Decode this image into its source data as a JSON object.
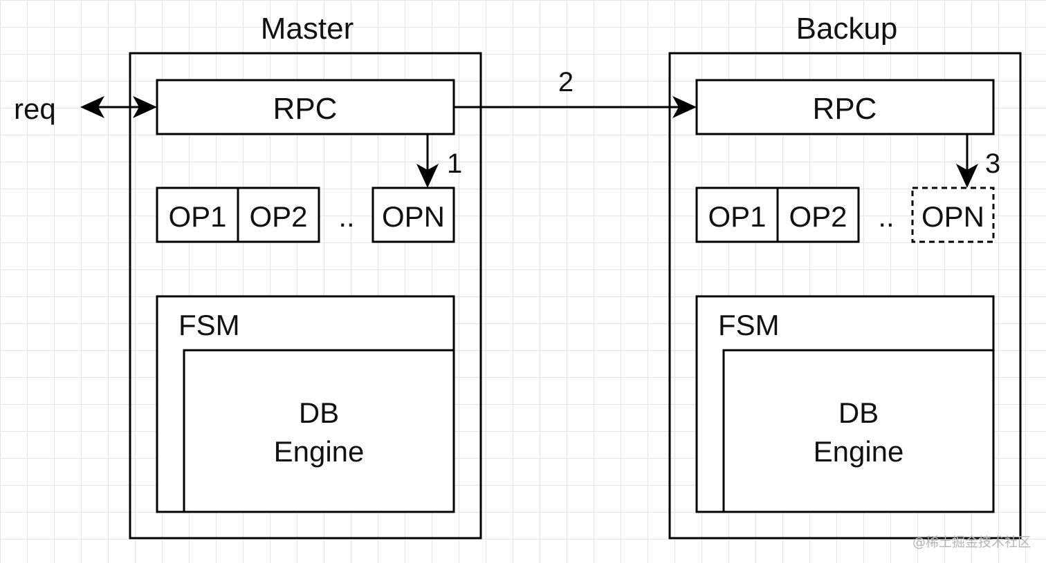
{
  "master": {
    "title": "Master",
    "rpc": "RPC",
    "ops": [
      "OP1",
      "OP2"
    ],
    "ellipsis": "..",
    "opn": "OPN",
    "fsm": "FSM",
    "engine_line1": "DB",
    "engine_line2": "Engine"
  },
  "backup": {
    "title": "Backup",
    "rpc": "RPC",
    "ops": [
      "OP1",
      "OP2"
    ],
    "ellipsis": "..",
    "opn": "OPN",
    "fsm": "FSM",
    "engine_line1": "DB",
    "engine_line2": "Engine"
  },
  "request_label": "req",
  "steps": {
    "step1": "1",
    "step2": "2",
    "step3": "3"
  },
  "watermark": "@稀土掘金技术社区"
}
